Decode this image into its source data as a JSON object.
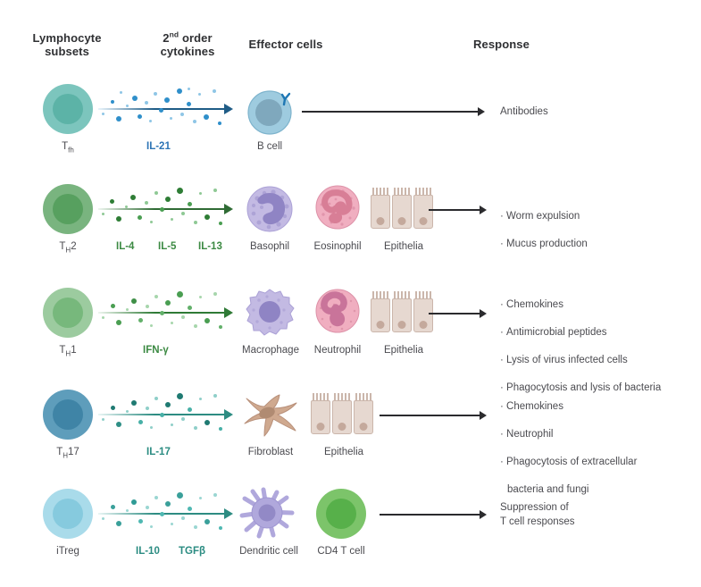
{
  "headers": [
    {
      "line1": "Lymphocyte",
      "line2": "subsets"
    },
    {
      "line1": "2",
      "sup": "nd",
      "line1b": " order",
      "line2": "cytokines"
    },
    {
      "line1": "Effector cells",
      "line2": ""
    },
    {
      "line1": "Response",
      "line2": ""
    }
  ],
  "header_labels": {
    "lymphocyte_subsets": "Lymphocyte\nsubsets",
    "second_order_cytokines": "2nd order\ncytokines",
    "effector_cells": "Effector cells",
    "response": "Response"
  },
  "colors": {
    "tfh": "#7cc5bd",
    "tfh_nucleus": "#5cb3a7",
    "th2": "#79b47f",
    "th2_nucleus": "#57a05f",
    "th1": "#9ccb9f",
    "th1_nucleus": "#77b87c",
    "th17": "#5e9dbb",
    "th17_nucleus": "#3f84a6",
    "itreg": "#a9dbea",
    "itreg_nucleus": "#86cade",
    "bcell": "#9ecbdf",
    "bcell_nucleus": "#7fa8bd",
    "basophil": "#bdb4de",
    "basophil_nucleus": "#8f84c4",
    "eosinophil": "#eba8b9",
    "eosinophil_nucleus": "#d87e96",
    "macrophage": "#bdb4de",
    "macrophage_nucleus": "#8f84c4",
    "neutrophil": "#eba8b9",
    "neutrophil_nucleus": "#c9749a",
    "fibroblast": "#cfa98f",
    "fibroblast_nucleus": "#b08b72",
    "dendritic": "#b0a8dc",
    "dendritic_nucleus": "#9289c6",
    "cd4t": "#7cc46a",
    "cd4t_nucleus": "#57b04a",
    "epithelia": "#e6d8d0",
    "epithelia_border": "#cbb6ab",
    "arrow_blue": "#1f5c86",
    "arrow_green": "#2f6b34",
    "arrow_teal": "#2d8c82",
    "label_blue": "#2e75b6",
    "label_green": "#3c8a43",
    "label_teal": "#2b8c82",
    "response_arrow": "#2b2b2e",
    "text": "#4b4b50",
    "heading": "#2f3033"
  },
  "rows": [
    {
      "id": "tfh-row",
      "lymphocyte": {
        "label": "Tfh",
        "label_main": "T",
        "label_sub": "fh",
        "name": "tfh-cell"
      },
      "cytokines": [
        {
          "label": "IL-21",
          "name": "il-21-label"
        }
      ],
      "arrow_color": "#1f5c86",
      "dot_color": "#2f8fca",
      "dot_color_light": "#8fc6e6",
      "label_color": "#2e75b6",
      "effectors": [
        {
          "label": "B cell",
          "name": "b-cell",
          "shape": "bcell"
        }
      ],
      "response": "Antibodies",
      "response_bullets": false
    },
    {
      "id": "th2-row",
      "lymphocyte": {
        "label": "TH2",
        "label_main": "T",
        "label_sub": "H",
        "label_tail": "2",
        "name": "th2-cell"
      },
      "cytokines": [
        {
          "label": "IL-4",
          "name": "il-4-label"
        },
        {
          "label": "IL-5",
          "name": "il-5-label"
        },
        {
          "label": "IL-13",
          "name": "il-13-label"
        }
      ],
      "arrow_color": "#2f6b34",
      "dot_color": "#2e7d35",
      "dot_color_light": "#8fc995",
      "label_color": "#3c8a43",
      "effectors": [
        {
          "label": "Basophil",
          "name": "basophil-cell",
          "shape": "basophil"
        },
        {
          "label": "Eosinophil",
          "name": "eosinophil-cell",
          "shape": "eosinophil"
        },
        {
          "label": "Epithelia",
          "name": "epithelia-cells",
          "shape": "epithelia"
        }
      ],
      "response": "Worm expulsion\nMucus production",
      "response_bullets": true
    },
    {
      "id": "th1-row",
      "lymphocyte": {
        "label": "TH1",
        "label_main": "T",
        "label_sub": "H",
        "label_tail": "1",
        "name": "th1-cell"
      },
      "cytokines": [
        {
          "label": "IFN-γ",
          "name": "ifn-gamma-label"
        }
      ],
      "arrow_color": "#2f6b34",
      "dot_color": "#4a9e52",
      "dot_color_light": "#a7d6ac",
      "label_color": "#3c8a43",
      "effectors": [
        {
          "label": "Macrophage",
          "name": "macrophage-cell",
          "shape": "macrophage"
        },
        {
          "label": "Neutrophil",
          "name": "neutrophil-cell",
          "shape": "neutrophil"
        },
        {
          "label": "Epithelia",
          "name": "epithelia-cells",
          "shape": "epithelia"
        }
      ],
      "response": "Chemokines\nAntimicrobial peptides\nLysis of virus infected cells\nPhagocytosis and lysis of bacteria",
      "response_bullets": true
    },
    {
      "id": "th17-row",
      "lymphocyte": {
        "label": "TH17",
        "label_main": "T",
        "label_sub": "H",
        "label_tail": "17",
        "name": "th17-cell"
      },
      "cytokines": [
        {
          "label": "IL-17",
          "name": "il-17-label"
        }
      ],
      "arrow_color": "#2d8c82",
      "dot_color": "#1f7a72",
      "dot_color_light": "#8fcfc9",
      "label_color": "#2b8c82",
      "effectors": [
        {
          "label": "Fibroblast",
          "name": "fibroblast-cell",
          "shape": "fibroblast"
        },
        {
          "label": "Epithelia",
          "name": "epithelia-cells",
          "shape": "epithelia"
        }
      ],
      "response": "Chemokines\nNeutrophil\nPhagocytosis of extracellular\n  bacteria and fungi",
      "response_bullets": true,
      "response_last_wrapped": true
    },
    {
      "id": "itreg-row",
      "lymphocyte": {
        "label": "iTreg",
        "label_main": "iTreg",
        "name": "itreg-cell"
      },
      "cytokines": [
        {
          "label": "IL-10",
          "name": "il-10-label"
        },
        {
          "label": "TGFβ",
          "name": "tgf-beta-label"
        }
      ],
      "arrow_color": "#2d8c82",
      "dot_color": "#3aa09a",
      "dot_color_light": "#9ad6d2",
      "label_color": "#2b8c82",
      "effectors": [
        {
          "label": "Dendritic cell",
          "name": "dendritic-cell",
          "shape": "dendritic"
        },
        {
          "label": "CD4 T cell",
          "name": "cd4-t-cell",
          "shape": "cd4t"
        }
      ],
      "response": "Suppression of\nT cell responses",
      "response_bullets": false
    }
  ]
}
